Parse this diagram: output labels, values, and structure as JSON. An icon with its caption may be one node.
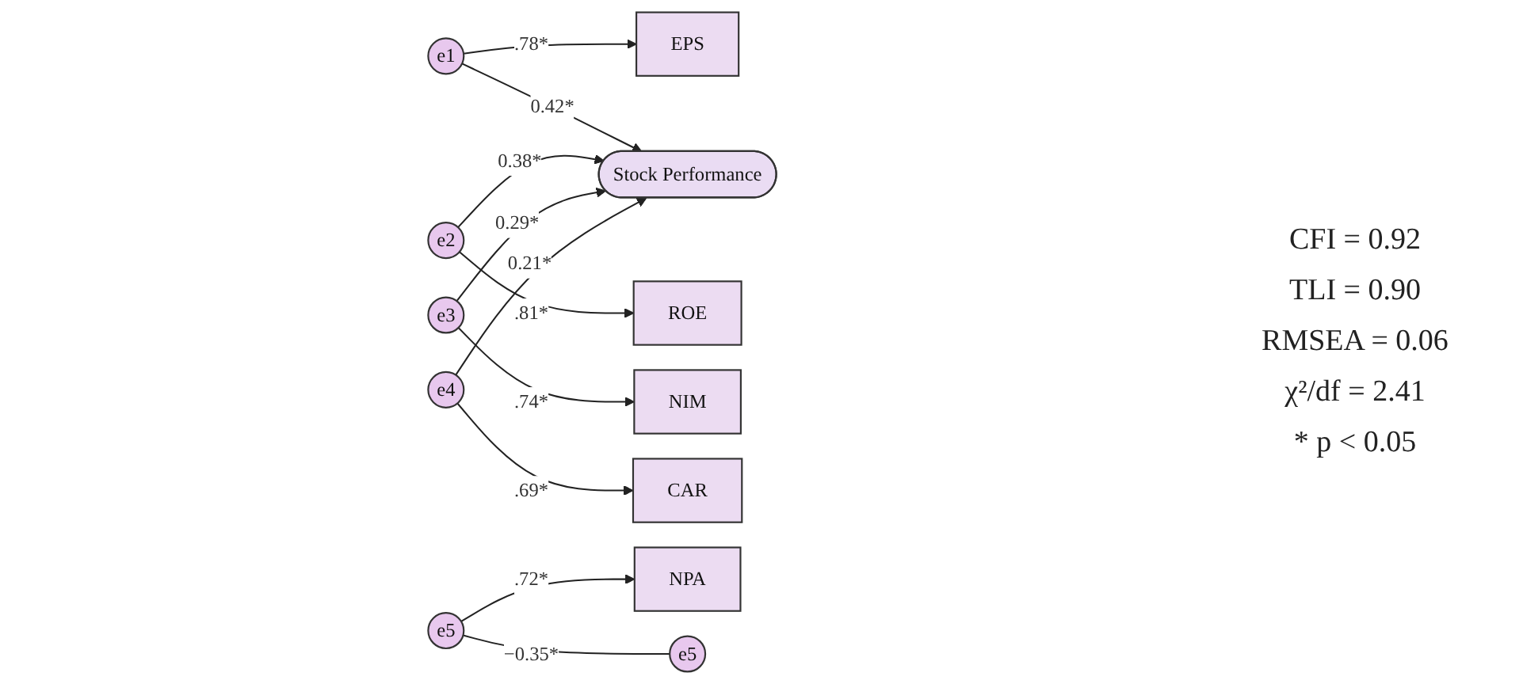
{
  "diagram": {
    "nodes": [
      {
        "text": [
          "EPS"
        ]
      },
      {
        "text": [
          "ROE"
        ]
      },
      {
        "text": [
          "NIM"
        ]
      },
      {
        "text": [
          "CAR"
        ]
      },
      {
        "text": [
          "NPA"
        ]
      },
      {
        "text": [
          "e1"
        ]
      },
      {
        "text": [
          "e2"
        ]
      },
      {
        "text": [
          "e3"
        ]
      },
      {
        "text": [
          "e4"
        ]
      },
      {
        "text": [
          "e5"
        ]
      },
      {
        "text": [
          "e5"
        ]
      },
      {
        "text": [
          "Stock Performance"
        ]
      }
    ],
    "edges": [
      {
        "from": 5,
        "to": 0,
        "arrow": "to",
        "label": ".78*"
      },
      {
        "from": 6,
        "to": 1,
        "arrow": "to",
        "label": ".81*"
      },
      {
        "from": 7,
        "to": 2,
        "arrow": "to",
        "label": ".74*"
      },
      {
        "from": 8,
        "to": 3,
        "arrow": "to",
        "label": ".69*"
      },
      {
        "from": 9,
        "to": 4,
        "arrow": "to",
        "label": ".72*"
      },
      {
        "from": 5,
        "to": 11,
        "arrow": "to",
        "label": "0.42*"
      },
      {
        "from": 6,
        "to": 11,
        "arrow": "to",
        "label": "0.38*"
      },
      {
        "from": 7,
        "to": 11,
        "arrow": "to",
        "label": "0.29*"
      },
      {
        "from": 8,
        "to": 11,
        "arrow": "to",
        "label": "0.21*"
      },
      {
        "from": 9,
        "to": 10,
        "arrow": "none",
        "label": "−0.35*"
      }
    ],
    "labels": [
      "CFI = 0.92",
      "TLI = 0.90",
      "RMSEA = 0.06",
      "χ²/df = 2.41",
      "* p < 0.05"
    ]
  }
}
